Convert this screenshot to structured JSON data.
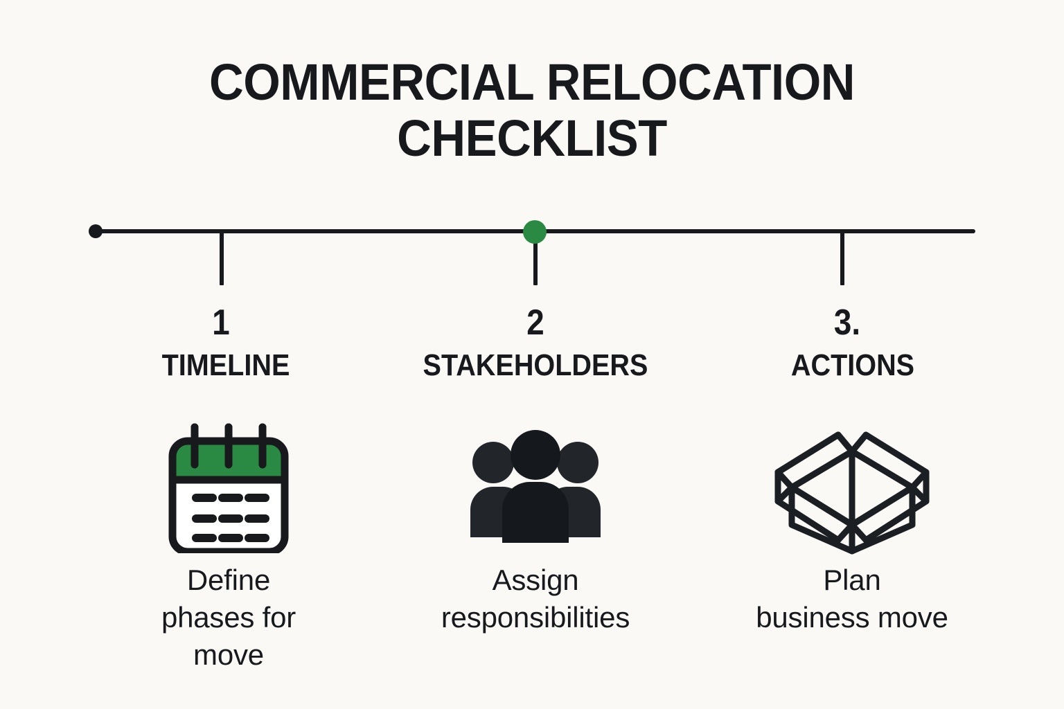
{
  "page": {
    "background_color": "#faf9f5",
    "ink_color": "#17191c",
    "accent_color": "#2a8a43",
    "title": "COMMERCIAL RELOCATION CHECKLIST",
    "title_line_1": "COMMERCIAL RELOCATION",
    "title_line_2": "CHECKLIST"
  },
  "timeline": {
    "start_dot": "timeline-start-dot",
    "active_marker_color": "#2a8a43",
    "active_marker_step": 2,
    "tick_count": 3
  },
  "steps": [
    {
      "number": "1",
      "label": "TIMELINE",
      "icon": "calendar-icon",
      "caption": "Define phases for move",
      "caption_lines": [
        "Define",
        "phases for",
        "move"
      ]
    },
    {
      "number": "2",
      "label": "STAKEHOLDERS",
      "icon": "people-group-icon",
      "caption": "Assign responsibilities",
      "caption_lines": [
        "Assign",
        "responsibilities"
      ]
    },
    {
      "number": "3.",
      "label": "ACTIONS",
      "icon": "open-box-icon",
      "caption": "Plan business move",
      "caption_lines": [
        "Plan",
        "business move"
      ]
    }
  ]
}
